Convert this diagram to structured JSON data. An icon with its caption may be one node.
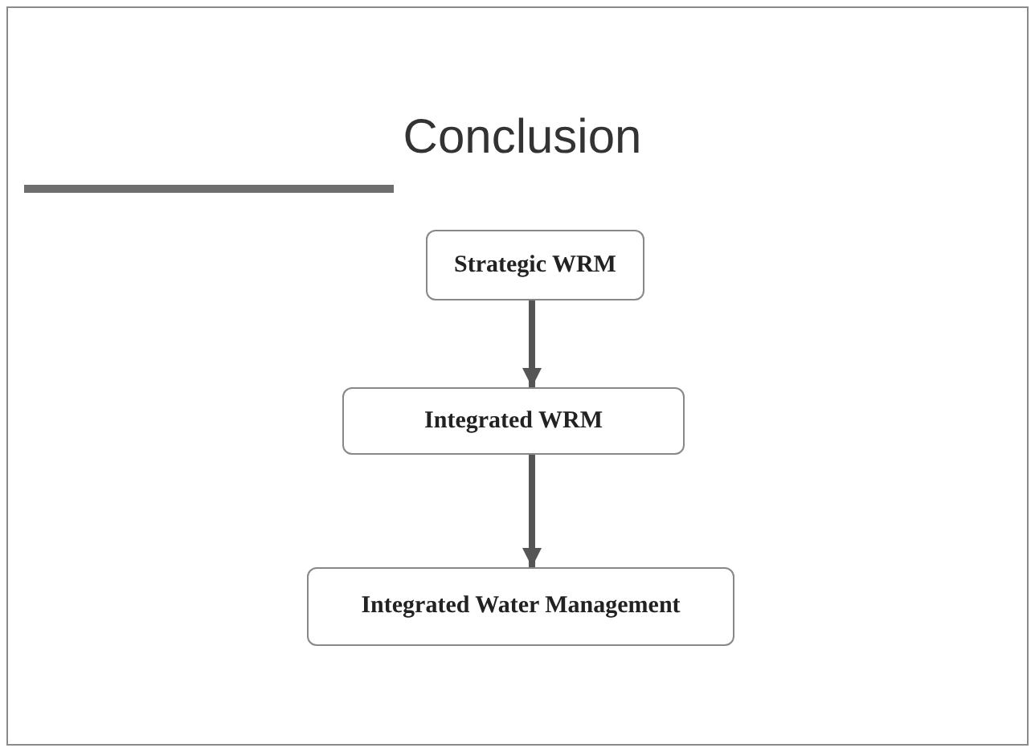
{
  "diagram": {
    "title": "Conclusion",
    "nodes": [
      {
        "text": [
          "Strategic WRM"
        ]
      },
      {
        "text": [
          "Integrated WRM"
        ]
      },
      {
        "text": [
          "Integrated Water Management"
        ]
      }
    ],
    "edges": [
      {
        "from": 0,
        "to": 1,
        "arrow": "to"
      },
      {
        "from": 1,
        "to": 2,
        "arrow": "to"
      }
    ]
  }
}
